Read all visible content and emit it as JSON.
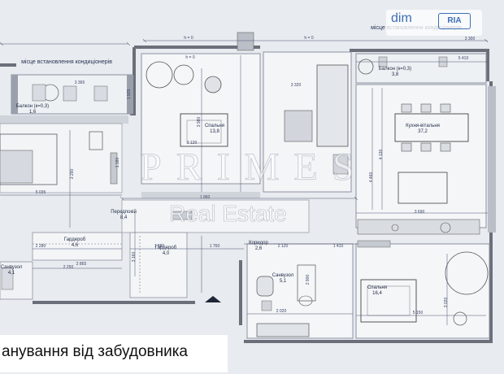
{
  "header": {
    "ac_label": "місце встановлення кондиціонерів",
    "ac_label_right": "місце встановлення кондиціонерів",
    "h_marks": [
      "h = 0",
      "h = 0",
      "h = 0"
    ]
  },
  "watermark": {
    "logo": "PRIMES",
    "sub": "Real Estate"
  },
  "brand": {
    "name": "dim",
    "badge": "RIA"
  },
  "rooms": [
    {
      "name": "Балкон (к=0,3)",
      "area": "1,6"
    },
    {
      "name": "Спальня",
      "area": "13,8"
    },
    {
      "name": "Балкон (к=0,3)",
      "area": "3,8"
    },
    {
      "name": "Кухня-вітальня",
      "area": "37,2"
    },
    {
      "name": "Передпокій",
      "area": "8,4"
    },
    {
      "name": "Гардероб",
      "area": "4,6"
    },
    {
      "name": "Гардероб",
      "area": "4,0"
    },
    {
      "name": "Санвузол",
      "area": "4,1"
    },
    {
      "name": "Коридор",
      "area": "2,6"
    },
    {
      "name": "Санвузол",
      "area": "5,1"
    },
    {
      "name": "Спальня",
      "area": "16,4"
    }
  ],
  "dimensions": {
    "top": [
      "3 365",
      "1 925",
      "3 320",
      "5 410",
      "3 300"
    ],
    "mid": [
      "3 120",
      "3 980",
      "4 130",
      "4 460",
      "3 690",
      "3 290",
      "5 035",
      "1 180",
      "1 950"
    ],
    "low": [
      "2 280",
      "2 865",
      "2 250",
      "1 885",
      "1 760",
      "2 120",
      "1 410",
      "3 160"
    ],
    "bottom": [
      "2 020",
      "5 150",
      "3 020",
      "2 900"
    ]
  },
  "caption": {
    "text": "анування від забудовника"
  }
}
